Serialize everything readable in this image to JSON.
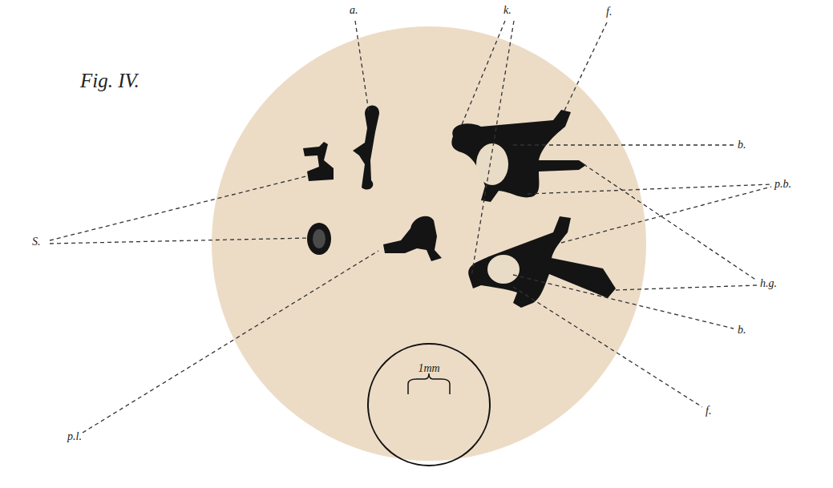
{
  "diagram": {
    "labels": [
      "Fig. IV.",
      "a.",
      "k.",
      "f.",
      "b.",
      "p.b.",
      "S.",
      "h.g.",
      "b.",
      "p.l.",
      "f.",
      "1mm"
    ]
  }
}
